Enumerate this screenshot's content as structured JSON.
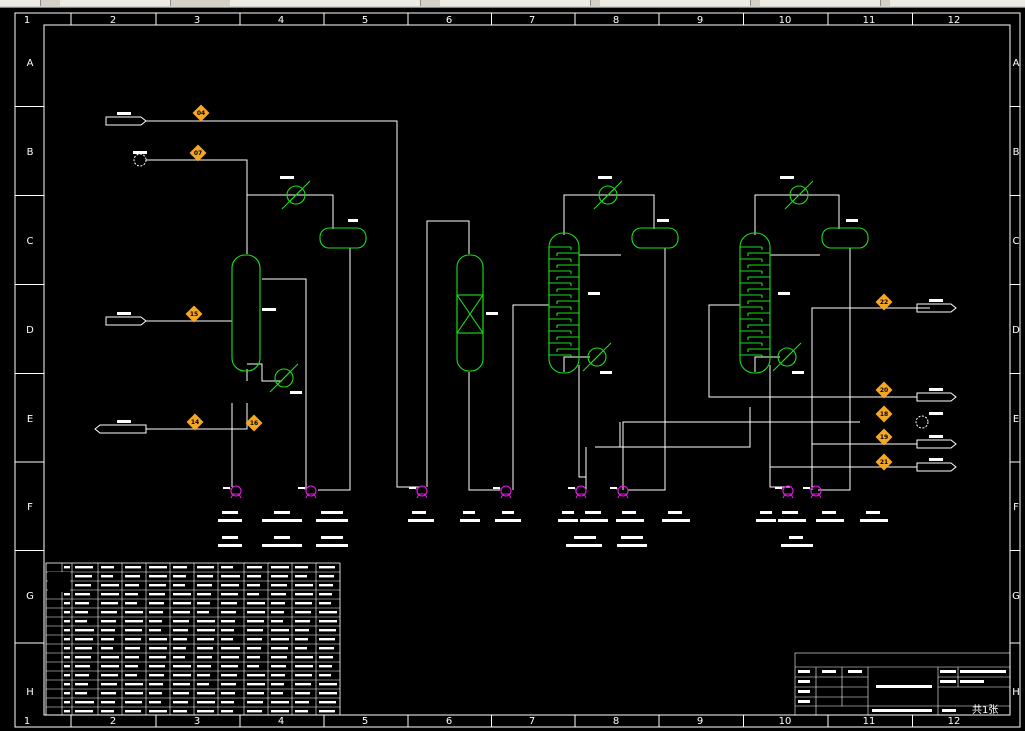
{
  "frame": {
    "column_numbers": [
      "1",
      "2",
      "3",
      "4",
      "5",
      "6",
      "7",
      "8",
      "9",
      "10",
      "11",
      "12"
    ],
    "row_letters": [
      "A",
      "B",
      "C",
      "D",
      "E",
      "F",
      "G",
      "H"
    ]
  },
  "stream_numbers": [
    "04",
    "07",
    "15",
    "14",
    "16",
    "22",
    "20",
    "18",
    "19",
    "21"
  ],
  "colors": {
    "background": "#000000",
    "lines": "#ffffff",
    "equipment": "#19e119",
    "pumps": "#e619e6",
    "stream_marker": "#f5a623",
    "toolbar": "#d4d0c8"
  },
  "page": "共1张"
}
